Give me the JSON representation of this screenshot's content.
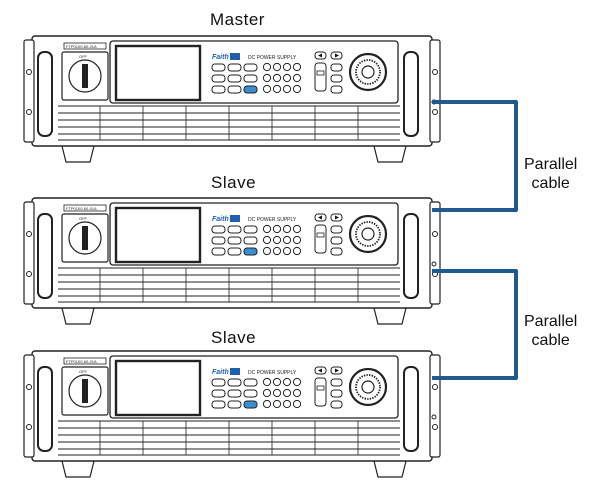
{
  "units": [
    {
      "label": "Master",
      "brand": "Faith",
      "panel_text": "DC POWER SUPPLY",
      "model_tag": "FTP0100-60-01A",
      "switch_text": "OFF"
    },
    {
      "label": "Slave",
      "brand": "Faith",
      "panel_text": "DC POWER SUPPLY",
      "model_tag": "FTP0100-60-01A",
      "switch_text": "OFF"
    },
    {
      "label": "Slave",
      "brand": "Faith",
      "panel_text": "DC POWER SUPPLY",
      "model_tag": "FTP0100-60-01A",
      "switch_text": "OFF"
    }
  ],
  "cables": [
    {
      "line1": "Parallel",
      "line2": "cable",
      "color": "#1f5a8f"
    },
    {
      "line1": "Parallel",
      "line2": "cable",
      "color": "#1f5a8f"
    }
  ],
  "colors": {
    "brand": "#1f5fb0",
    "accent_key": "#3a8fd0",
    "outline": "#222222"
  }
}
